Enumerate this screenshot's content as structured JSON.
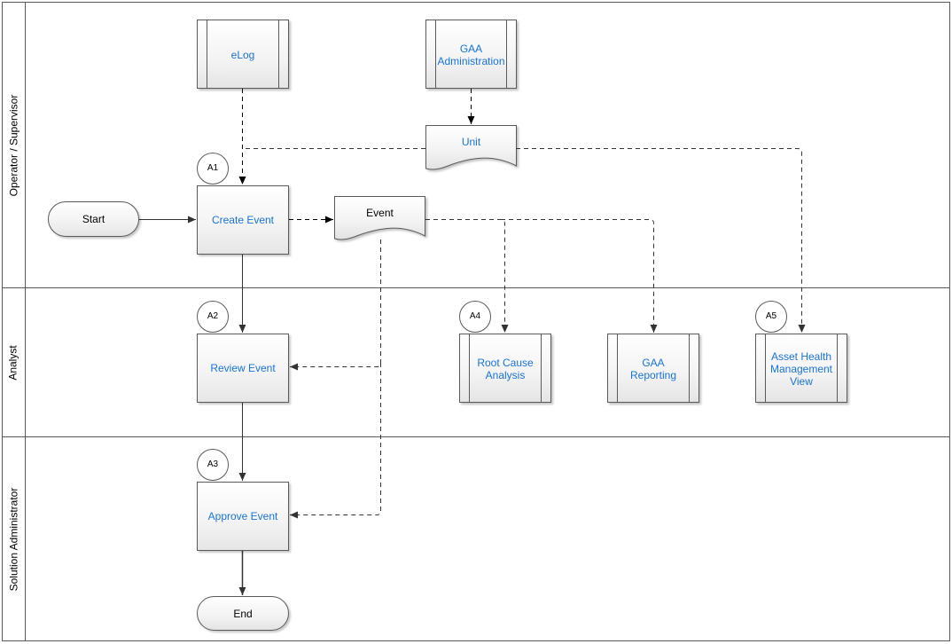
{
  "lanes": [
    {
      "label": "Operator / Supervisor"
    },
    {
      "label": "Analyst"
    },
    {
      "label": "Solution Administrator"
    }
  ],
  "nodes": {
    "start": "Start",
    "end": "End",
    "elog": "eLog",
    "gaa_admin": "GAA Administration",
    "unit": "Unit",
    "create_event": "Create Event",
    "event_doc": "Event",
    "review_event": "Review Event",
    "approve_event": "Approve Event",
    "root_cause": "Root Cause Analysis",
    "gaa_reporting": "GAA Reporting",
    "asset_health": "Asset Health Management View"
  },
  "markers": {
    "a1": "A1",
    "a2": "A2",
    "a3": "A3",
    "a4": "A4",
    "a5": "A5"
  },
  "colors": {
    "link_text": "#1a73d9",
    "border": "#5a5a5a",
    "background": "#ffffff"
  }
}
